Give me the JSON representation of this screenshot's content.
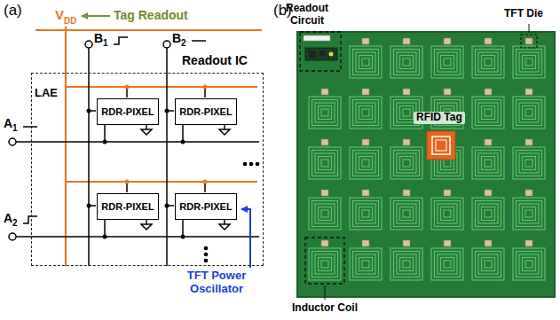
{
  "diagram": {
    "nodes": [
      {
        "text": [
          "LAE"
        ]
      },
      {
        "text": [
          "RDR-PIXEL"
        ],
        "in": 0
      },
      {
        "text": [
          "RDR-PIXEL"
        ],
        "in": 0
      },
      {
        "text": [
          "RDR-PIXEL"
        ],
        "in": 0
      },
      {
        "text": [
          "RDR-PIXEL"
        ],
        "in": 0
      }
    ],
    "labels": [
      "(a)",
      "V",
      "DD",
      "Tag Readout",
      "B",
      "1",
      "B",
      "2",
      "Readout IC",
      "A",
      "1",
      "A",
      "2",
      "TFT Power Oscillator",
      "(b)",
      "Readout Circuit",
      "RFID Tag",
      "TFT Die",
      "Inductor Coil"
    ]
  }
}
